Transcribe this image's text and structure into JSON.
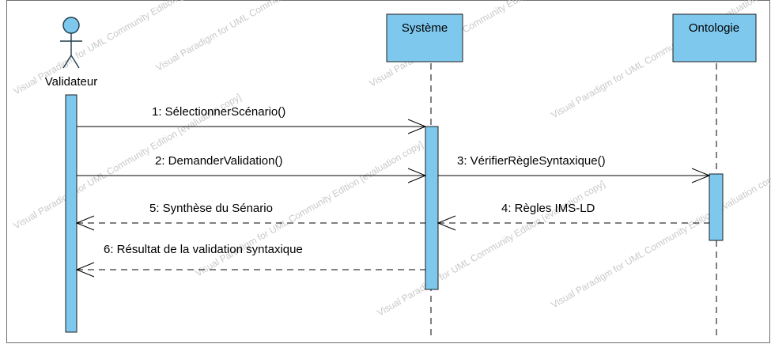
{
  "diagram": {
    "participants": {
      "actor": "Validateur",
      "system": "Système",
      "ontology": "Ontologie"
    },
    "messages": [
      {
        "id": "m1",
        "label": "1: SélectionnerScénario()",
        "kind": "call"
      },
      {
        "id": "m2",
        "label": "2: DemanderValidation()",
        "kind": "call"
      },
      {
        "id": "m3",
        "label": "3: VérifierRègleSyntaxique()",
        "kind": "call"
      },
      {
        "id": "m4",
        "label": "4: Règles IMS-LD",
        "kind": "return"
      },
      {
        "id": "m5",
        "label": "5: Synthèse du Sénario",
        "kind": "return"
      },
      {
        "id": "m6",
        "label": "6: Résultat de la validation syntaxique",
        "kind": "return"
      }
    ]
  },
  "watermark": {
    "text_primary": "Visual Paradigm for UML Community Edition [evaluation copy]"
  }
}
